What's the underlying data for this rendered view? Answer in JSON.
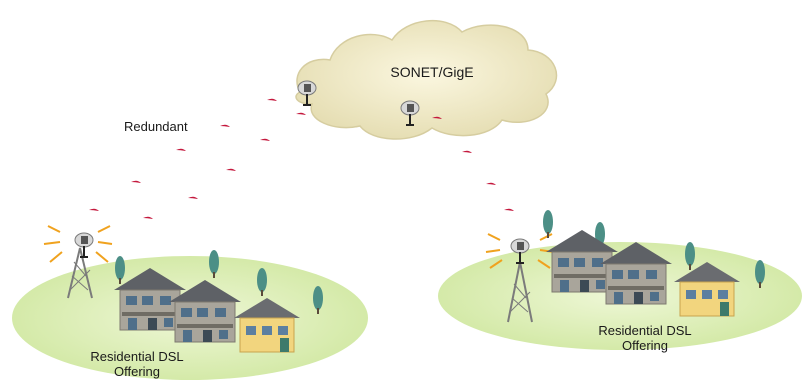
{
  "cloud": {
    "label": "SONET/GigE"
  },
  "link": {
    "label": "Redundant"
  },
  "sites": [
    {
      "caption_line1": "Residential DSL",
      "caption_line2": "Offering"
    },
    {
      "caption_line1": "Residential DSL",
      "caption_line2": "Offering"
    }
  ],
  "colors": {
    "ground": "#dcefb4",
    "cloud": "#f1ecc7",
    "wireless_arc": "#c4173c",
    "house_wall": "#a9a59b",
    "house_roof": "#5e6166",
    "house_yellow": "#f2d57e",
    "tree": "#4c8f86",
    "tower": "#7b7b7b",
    "signal": "#f0a21e"
  },
  "icons": [
    "radio-dish-icon",
    "wireless-signal-icon",
    "tower-icon",
    "house-icon",
    "tree-icon"
  ]
}
